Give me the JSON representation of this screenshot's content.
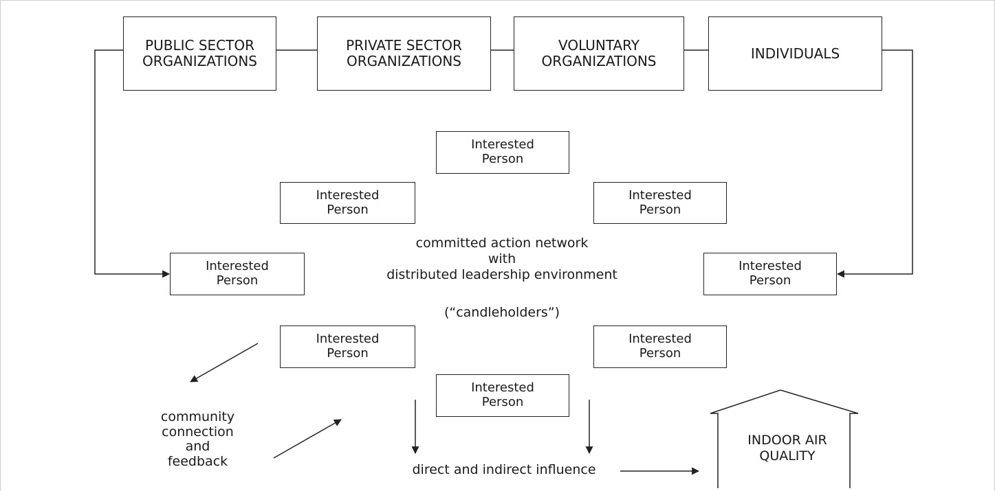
{
  "organizations": [
    {
      "line1": "PUBLIC SECTOR",
      "line2": "ORGANIZATIONS"
    },
    {
      "line1": "PRIVATE SECTOR",
      "line2": "ORGANIZATIONS"
    },
    {
      "line1": "VOLUNTARY",
      "line2": "ORGANIZATIONS"
    },
    {
      "line1": "INDIVIDUALS",
      "line2": ""
    }
  ],
  "person_box": {
    "line1": "Interested",
    "line2": "Person"
  },
  "network_label": {
    "line1": "committed action network",
    "line2": "with",
    "line3": "distributed leadership environment",
    "line4": "(“candleholders”)"
  },
  "community_label": {
    "line1": "community",
    "line2": "connection",
    "line3": "and",
    "line4": "feedback"
  },
  "influence_label": "direct and indirect influence",
  "indoor_air": {
    "line1": "INDOOR AIR",
    "line2": "QUALITY"
  }
}
